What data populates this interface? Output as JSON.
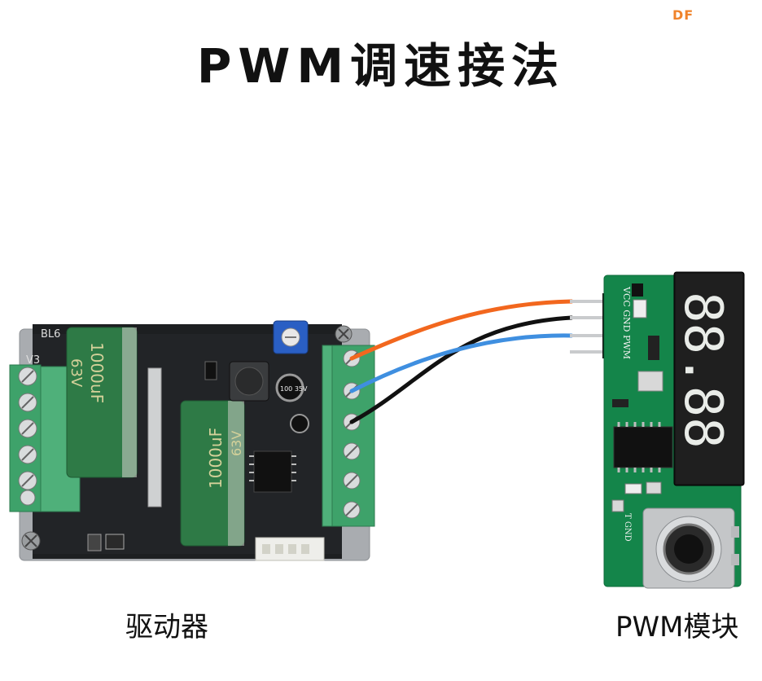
{
  "watermark": "DF",
  "title": "PWM调速接法",
  "captions": {
    "driver": "驱动器",
    "module": "PWM模块"
  },
  "board_text": {
    "driver_model": "BL6",
    "driver_rev": "V3",
    "cap_left_value": "1000uF",
    "cap_left_voltage": "63V",
    "cap_mid_value": "1000uF",
    "cap_mid_voltage": "63V",
    "small_cap": "100 35V",
    "module_header_pins": "VCC GND PWM",
    "module_bottom_pins": "T GND",
    "display_digits": "88.88"
  },
  "wire_colors": {
    "vcc": "#f2671e",
    "pwm": "#3f8fe0",
    "gnd": "#111111"
  }
}
